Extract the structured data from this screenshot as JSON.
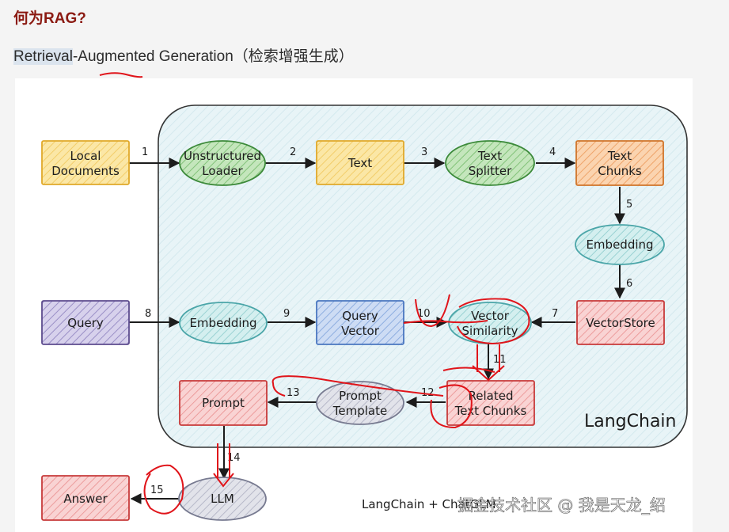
{
  "title": "何为RAG?",
  "subtitle": {
    "highlight": "Retrieval",
    "rest": "-Augmented Generation（检索增强生成）"
  },
  "diagram": {
    "nodes": {
      "local_documents": [
        "Local",
        "Documents"
      ],
      "unstructured_loader": [
        "Unstructured",
        "Loader"
      ],
      "text": [
        "Text"
      ],
      "text_splitter": [
        "Text",
        "Splitter"
      ],
      "text_chunks": [
        "Text",
        "Chunks"
      ],
      "embedding_top": [
        "Embedding"
      ],
      "vectorstore": [
        "VectorStore"
      ],
      "query": [
        "Query"
      ],
      "embedding_query": [
        "Embedding"
      ],
      "query_vector": [
        "Query",
        "Vector"
      ],
      "vector_similarity": [
        "Vector",
        "Similarity"
      ],
      "related_text_chunks": [
        "Related",
        "Text Chunks"
      ],
      "prompt_template": [
        "Prompt",
        "Template"
      ],
      "prompt": [
        "Prompt"
      ],
      "llm": [
        "LLM"
      ],
      "answer": [
        "Answer"
      ]
    },
    "steps": [
      "1",
      "2",
      "3",
      "4",
      "5",
      "6",
      "7",
      "8",
      "9",
      "10",
      "11",
      "12",
      "13",
      "14",
      "15"
    ],
    "brand": "LangChain",
    "footer": "LangChain + ChatGLM",
    "watermark": "掘金技术社区 @ 我是天龙_绍",
    "colors": {
      "yellow_fill": "#fbe7a6",
      "yellow_stroke": "#e0a92a",
      "green_fill": "#b9dfb1",
      "green_stroke": "#3c8a3a",
      "orange_fill": "#f8c79a",
      "orange_stroke": "#d0742a",
      "teal_fill": "#bfe6e6",
      "teal_stroke": "#4aa5a8",
      "red_fill": "#f6c2c2",
      "red_stroke": "#c73a3a",
      "purple_fill": "#cfc8e6",
      "purple_stroke": "#5d4c8e",
      "blue_fill": "#bcd2f2",
      "blue_stroke": "#4a77c0",
      "gray_fill": "#dcdde6",
      "gray_stroke": "#777a90",
      "container_fill": "#e6f3f6",
      "annotation_red": "#e0141a"
    }
  }
}
